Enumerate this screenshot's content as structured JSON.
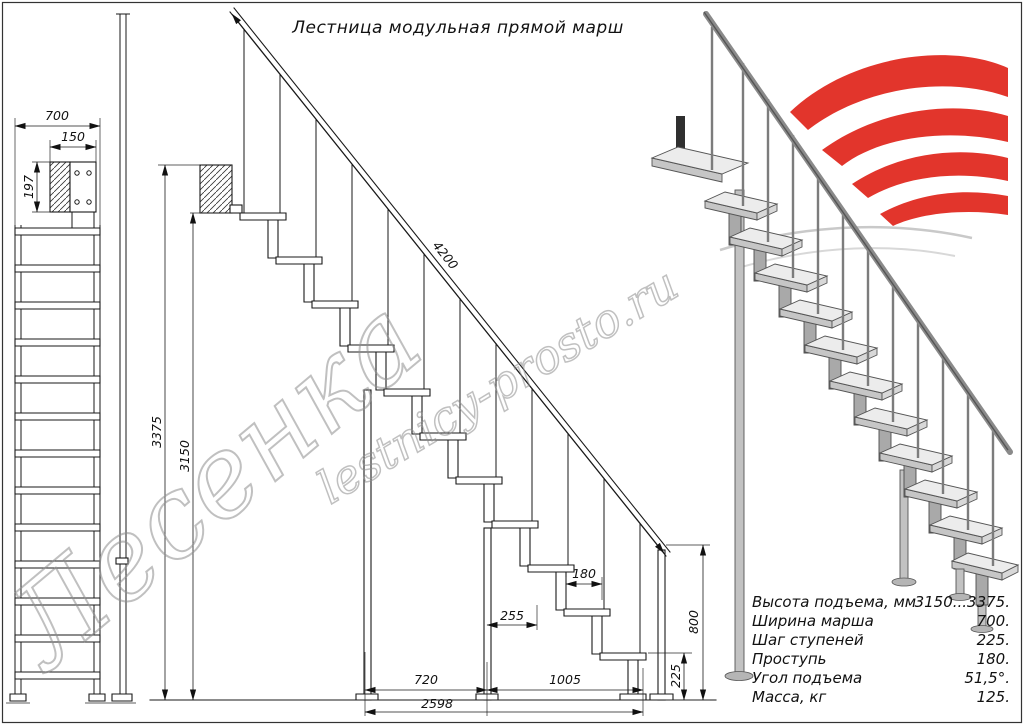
{
  "title": "Лестница модульная прямой марш",
  "watermarks": {
    "brand": "Лесенка",
    "site": "lestnicy-prosto.ru"
  },
  "colors": {
    "logo_red": "#e2352c",
    "watermark_gray": "#8e8e8e",
    "ink": "#1a1a1a"
  },
  "front_view": {
    "width_top": "700",
    "plate_width": "150",
    "plate_height": "197"
  },
  "side_view": {
    "total_height": "3375",
    "flight_height": "3150",
    "rail_length": "4200",
    "tread_depth": "180",
    "overhang": "255",
    "base_span": "720",
    "total_run": "2598",
    "front_span": "1005",
    "bottom_rise": "225",
    "rail_post_height": "800"
  },
  "specs": {
    "rows": [
      {
        "label": "Высота подъема, мм",
        "value": "3150...3375."
      },
      {
        "label": "Ширина марша",
        "value": "700."
      },
      {
        "label": "Шаг ступеней",
        "value": "225."
      },
      {
        "label": "Проступь",
        "value": "180."
      },
      {
        "label": "Угол подъема",
        "value": "51,5°."
      },
      {
        "label": "Масса, кг",
        "value": "125."
      }
    ]
  }
}
